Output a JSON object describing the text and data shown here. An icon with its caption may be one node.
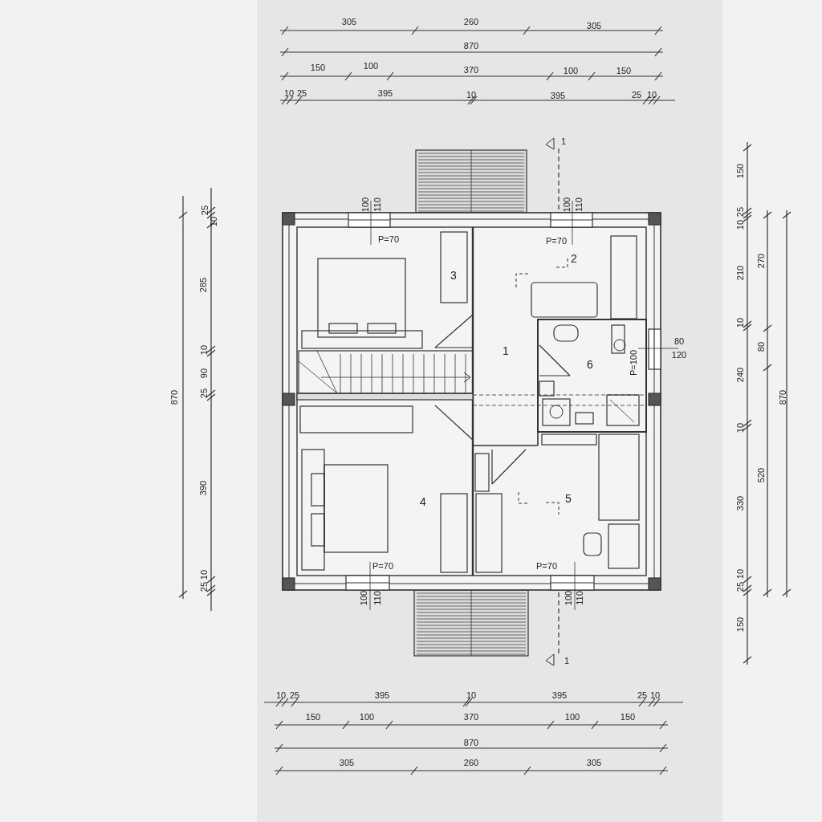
{
  "diagram": {
    "labels": [
      "305",
      "260",
      "305",
      "870",
      "150",
      "100",
      "370",
      "100",
      "150",
      "10",
      "25",
      "395",
      "10",
      "395",
      "25",
      "10",
      "1",
      "870",
      "25",
      "10",
      "285",
      "10",
      "90",
      "25",
      "390",
      "10",
      "25",
      "100",
      "110",
      "100",
      "110",
      "P=70",
      "P=70",
      "3",
      "2",
      "1",
      "6",
      "80",
      "120",
      "P=100",
      "4",
      "5",
      "P=70",
      "P=70",
      "100",
      "110",
      "100",
      "110",
      "1",
      "150",
      "25",
      "10",
      "210",
      "10",
      "240",
      "10",
      "330",
      "10",
      "25",
      "150",
      "270",
      "80",
      "520",
      "870",
      "10",
      "25",
      "395",
      "10",
      "395",
      "25",
      "10",
      "150",
      "100",
      "370",
      "100",
      "150",
      "870",
      "305",
      "260",
      "305"
    ]
  }
}
